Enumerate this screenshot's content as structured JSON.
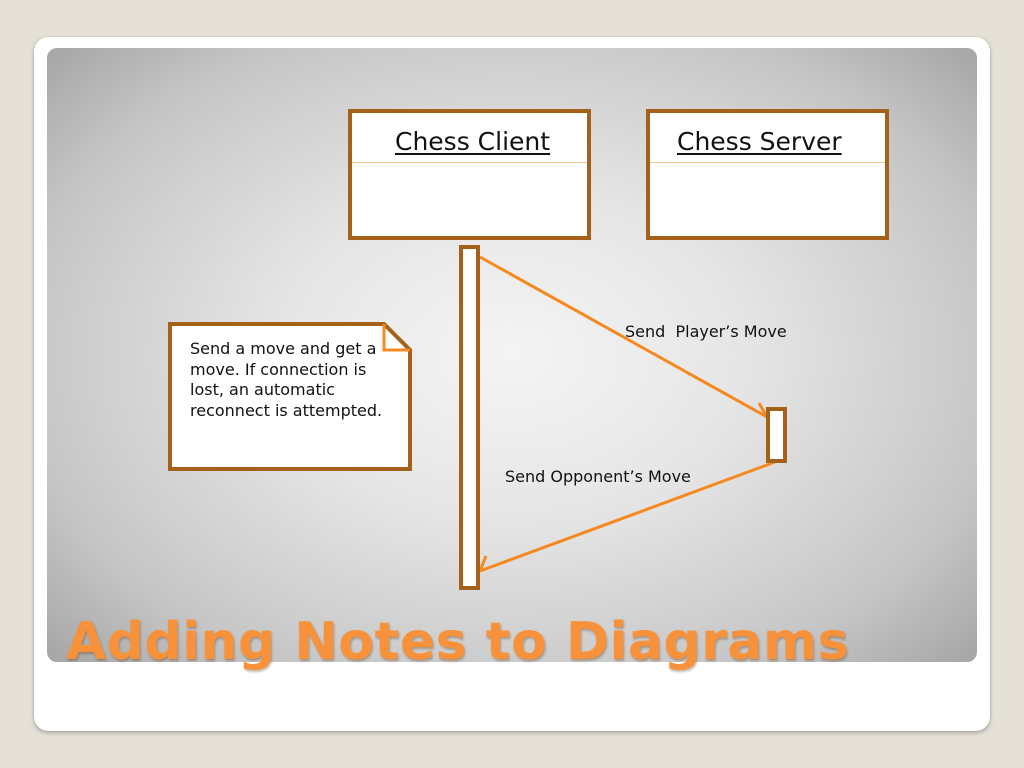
{
  "slide": {
    "title": "Adding Notes to Diagrams"
  },
  "diagram": {
    "lifelines": [
      {
        "name": "Chess Client"
      },
      {
        "name": "Chess Server"
      }
    ],
    "messages": [
      {
        "label": "Send  Player’s Move",
        "from": "Chess Client",
        "to": "Chess Server"
      },
      {
        "label": "Send Opponent’s Move",
        "from": "Chess Server",
        "to": "Chess Client"
      }
    ],
    "note": {
      "text": "Send a move and get a move.  If connection is lost, an automatic reconnect is attempted."
    }
  },
  "colors": {
    "box_border": "#a5611a",
    "arrow": "#f5891f",
    "title": "#f7923a"
  }
}
